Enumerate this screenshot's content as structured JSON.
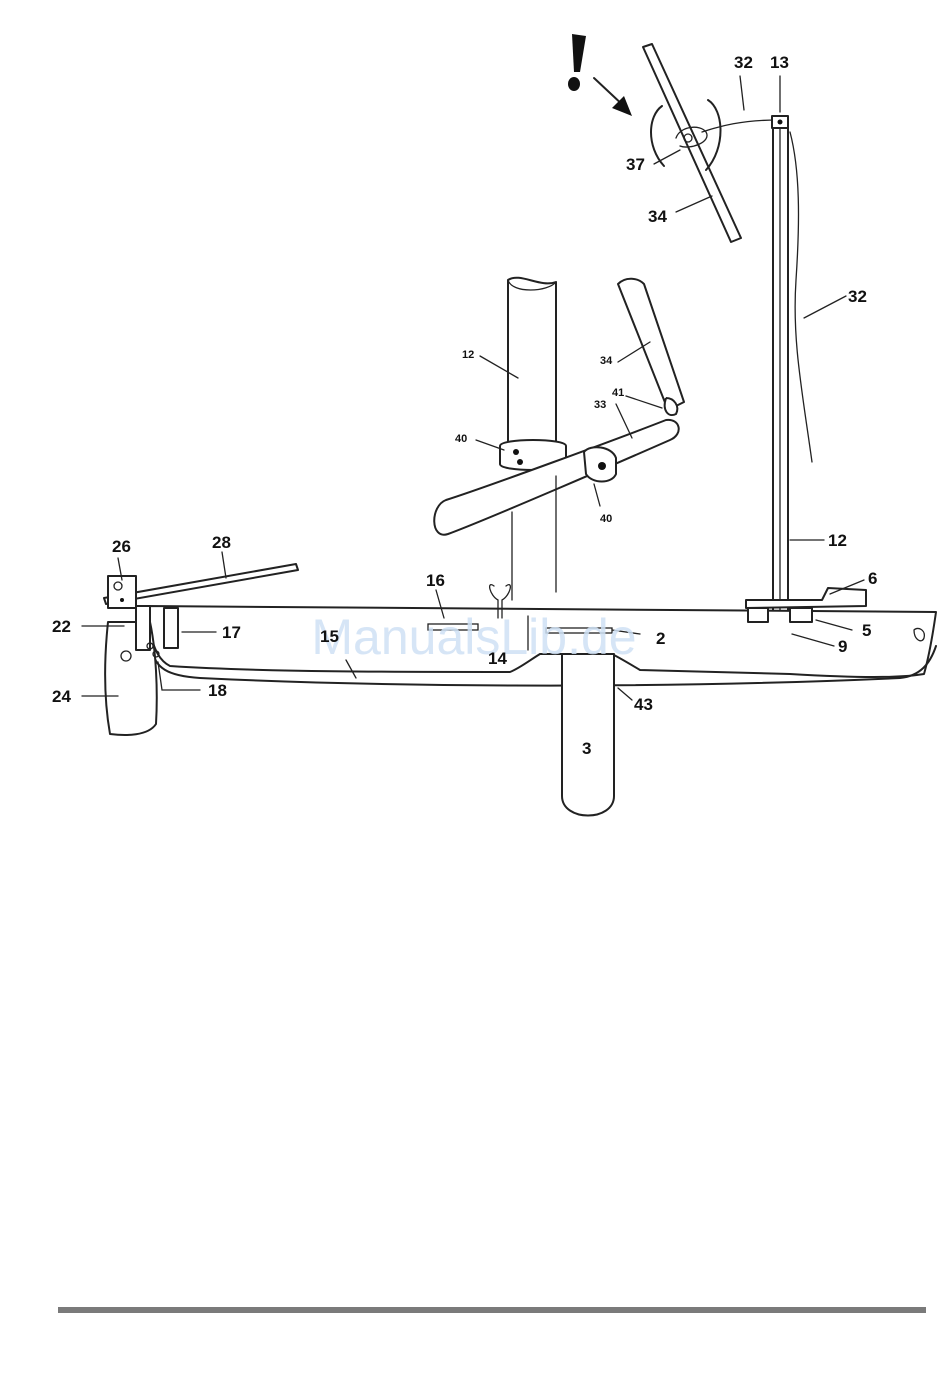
{
  "watermark": "ManualsLib.de",
  "warning_mark": "!",
  "labels": {
    "l2": "2",
    "l3": "3",
    "l5": "5",
    "l6": "6",
    "l9": "9",
    "l12_top": "12",
    "l12_mast": "12",
    "l13": "13",
    "l14": "14",
    "l15": "15",
    "l16": "16",
    "l17": "17",
    "l18": "18",
    "l22": "22",
    "l24": "24",
    "l26": "26",
    "l28": "28",
    "l32_top": "32",
    "l32_side": "32",
    "l33": "33",
    "l34_top": "34",
    "l34_detail": "34",
    "l37": "37",
    "l40_left": "40",
    "l40_bottom": "40",
    "l41": "41",
    "l43": "43"
  }
}
